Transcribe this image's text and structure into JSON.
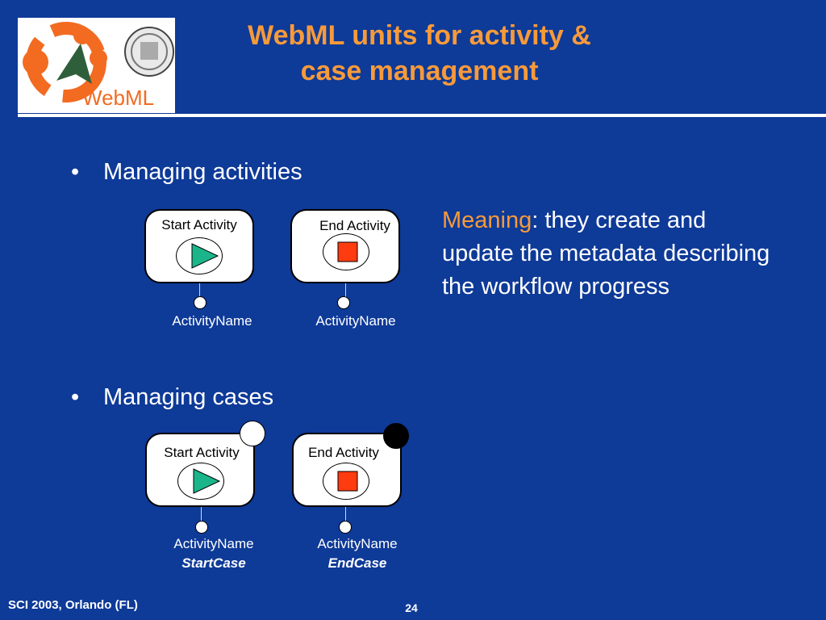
{
  "header": {
    "title_line1": "WebML units for activity &",
    "title_line2": "case management",
    "logo_text": "WebML"
  },
  "bullets": [
    {
      "marker": "•",
      "text": "Managing activities"
    },
    {
      "marker": "•",
      "text": "Managing cases"
    }
  ],
  "meaning": {
    "keyword": "Meaning",
    "text": ": they create and update the metadata describing the workflow progress"
  },
  "activity_units": [
    {
      "label": "Start Activity",
      "caption": "ActivityName",
      "icon": "play-triangle-icon"
    },
    {
      "label": "End Activity",
      "caption": "ActivityName",
      "icon": "stop-square-icon"
    }
  ],
  "case_units": [
    {
      "label": "Start Activity",
      "caption": "ActivityName",
      "subcaption": "StartCase",
      "icon": "play-triangle-icon",
      "badge": "white-circle"
    },
    {
      "label": "End Activity",
      "caption": "ActivityName",
      "subcaption": "EndCase",
      "icon": "stop-square-icon",
      "badge": "black-circle"
    }
  ],
  "footer": {
    "left": "SCI 2003, Orlando (FL)",
    "page_number": "24"
  },
  "colors": {
    "background": "#0e3a98",
    "title": "#f79a3a",
    "keyword": "#f79a3a",
    "play": "#1bb58a",
    "stop": "#ff3b10"
  }
}
